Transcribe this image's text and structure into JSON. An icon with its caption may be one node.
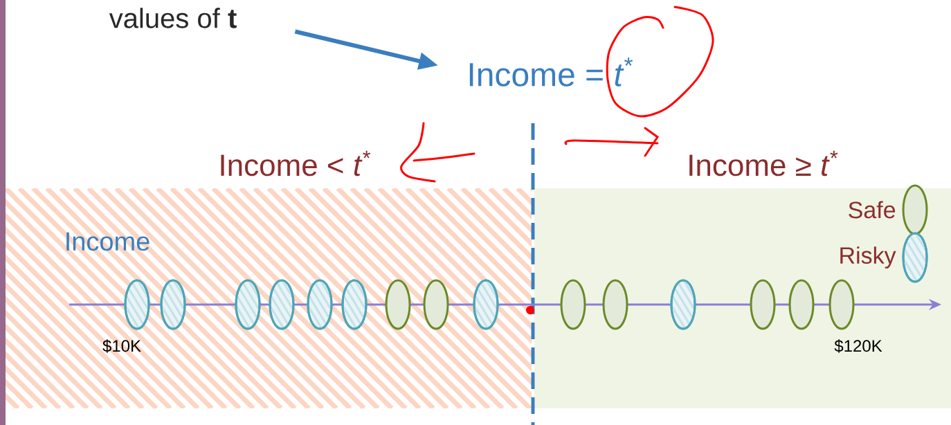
{
  "diagram": {
    "nodes": [
      {
        "text": [
          "values of **t**"
        ]
      },
      {
        "text": [
          "Income = *t*$^{*}$"
        ]
      },
      {
        "text": [],
        "shape": "hatched-oval"
      },
      {
        "text": [],
        "shape": "hatched-oval"
      },
      {
        "text": [],
        "shape": "hatched-oval"
      },
      {
        "text": [],
        "shape": "hatched-oval"
      },
      {
        "text": [],
        "shape": "hatched-oval"
      },
      {
        "text": [],
        "shape": "hatched-oval"
      },
      {
        "text": [],
        "shape": "oval"
      },
      {
        "text": [],
        "shape": "oval"
      },
      {
        "text": [],
        "shape": "hatched-oval"
      },
      {
        "text": [],
        "shape": "oval"
      },
      {
        "text": [],
        "shape": "oval"
      },
      {
        "text": [],
        "shape": "hatched-oval"
      },
      {
        "text": [],
        "shape": "oval"
      },
      {
        "text": [],
        "shape": "oval"
      },
      {
        "text": [],
        "shape": "oval"
      }
    ],
    "edges": [
      {
        "from": 0,
        "to": 1,
        "arrow": "to"
      }
    ],
    "labels": [
      "Income < *t*$^{*}$",
      "Income ≥ *t*$^{*}$",
      "Income",
      "$10K",
      "$120K"
    ],
    "legend": [
      {
        "text": "Safe"
      },
      {
        "text": "Risky"
      }
    ]
  }
}
